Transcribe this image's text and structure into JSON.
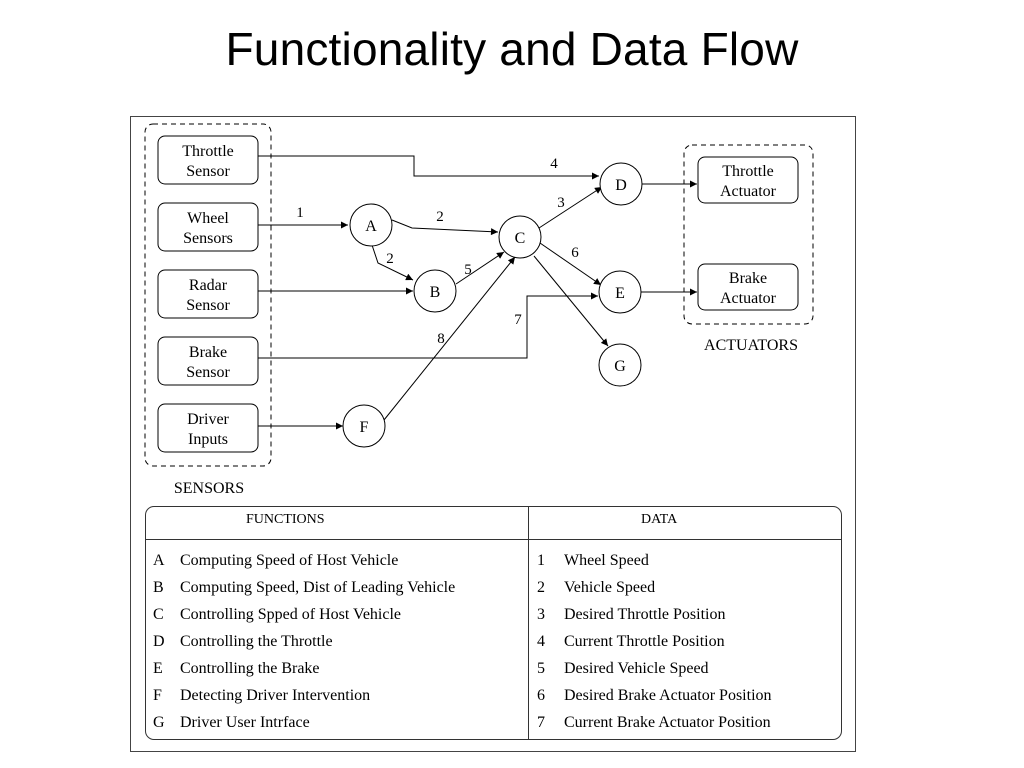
{
  "title": "Functionality and Data Flow",
  "sensors": {
    "label": "SENSORS",
    "items": [
      {
        "line1": "Throttle",
        "line2": "Sensor"
      },
      {
        "line1": "Wheel",
        "line2": "Sensors"
      },
      {
        "line1": "Radar",
        "line2": "Sensor"
      },
      {
        "line1": "Brake",
        "line2": "Sensor"
      },
      {
        "line1": "Driver",
        "line2": "Inputs"
      }
    ]
  },
  "actuators": {
    "label": "ACTUATORS",
    "items": [
      {
        "line1": "Throttle",
        "line2": "Actuator"
      },
      {
        "line1": "Brake",
        "line2": "Actuator"
      }
    ]
  },
  "nodes": [
    "A",
    "B",
    "C",
    "D",
    "E",
    "F",
    "G"
  ],
  "edge_labels": [
    "1",
    "2",
    "2",
    "3",
    "4",
    "5",
    "6",
    "7",
    "8"
  ],
  "legend": {
    "functions_header": "FUNCTIONS",
    "data_header": "DATA",
    "functions": [
      {
        "key": "A",
        "text": "Computing Speed of Host Vehicle"
      },
      {
        "key": "B",
        "text": "Computing Speed, Dist of Leading Vehicle"
      },
      {
        "key": "C",
        "text": "Controlling Spped of Host Vehicle"
      },
      {
        "key": "D",
        "text": "Controlling the Throttle"
      },
      {
        "key": "E",
        "text": "Controlling the Brake"
      },
      {
        "key": "F",
        "text": "Detecting Driver Intervention"
      },
      {
        "key": "G",
        "text": "Driver User Intrface"
      }
    ],
    "data": [
      {
        "key": "1",
        "text": "Wheel Speed"
      },
      {
        "key": "2",
        "text": "Vehicle Speed"
      },
      {
        "key": "3",
        "text": "Desired Throttle Position"
      },
      {
        "key": "4",
        "text": "Current Throttle Position"
      },
      {
        "key": "5",
        "text": "Desired Vehicle Speed"
      },
      {
        "key": "6",
        "text": "Desired Brake Actuator Position"
      },
      {
        "key": "7",
        "text": "Current Brake Actuator Position"
      }
    ]
  }
}
